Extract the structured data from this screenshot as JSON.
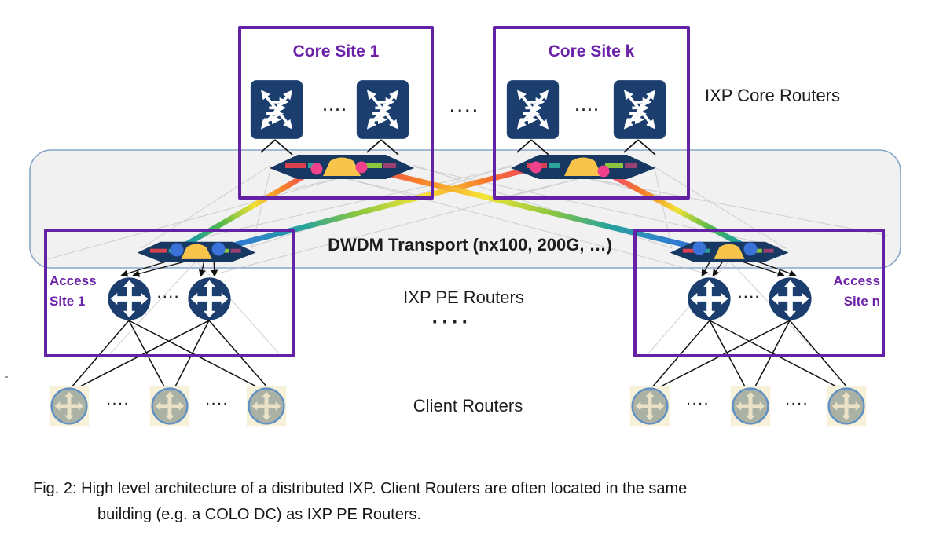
{
  "figure": {
    "sites": {
      "core_site_1": "Core Site 1",
      "core_site_k": "Core Site k",
      "access_word": "Access",
      "access_site_1": "Site 1",
      "access_site_n": "Site n"
    },
    "labels": {
      "ixp_core_routers": "IXP Core Routers",
      "dwdm_transport": "DWDM Transport (nx100, 200G, …)",
      "ixp_pe_routers": "IXP PE Routers",
      "client_routers": "Client Routers",
      "ellipsis_dots": "····"
    },
    "caption": {
      "line1": "Fig. 2: High level architecture of a distributed IXP. Client Routers are often located in the same",
      "line2": "building (e.g. a COLO DC) as IXP PE Routers."
    },
    "colors": {
      "site_border_purple": "#6321a5",
      "site_label_purple": "#6b21a8",
      "router_navy": "#1b3e6f",
      "band_fill": "#f1f1f1",
      "band_border": "#87a5c9",
      "link_pink": "#ee3c86",
      "link_orange": "#f6792c",
      "link_yellow": "#f0e135",
      "link_green": "#57b949",
      "link_teal": "#1d9f9b",
      "link_blue": "#2f6fd6",
      "dwdm_amber": "#f8c44a",
      "client_gray": "#a9b2a4"
    }
  }
}
